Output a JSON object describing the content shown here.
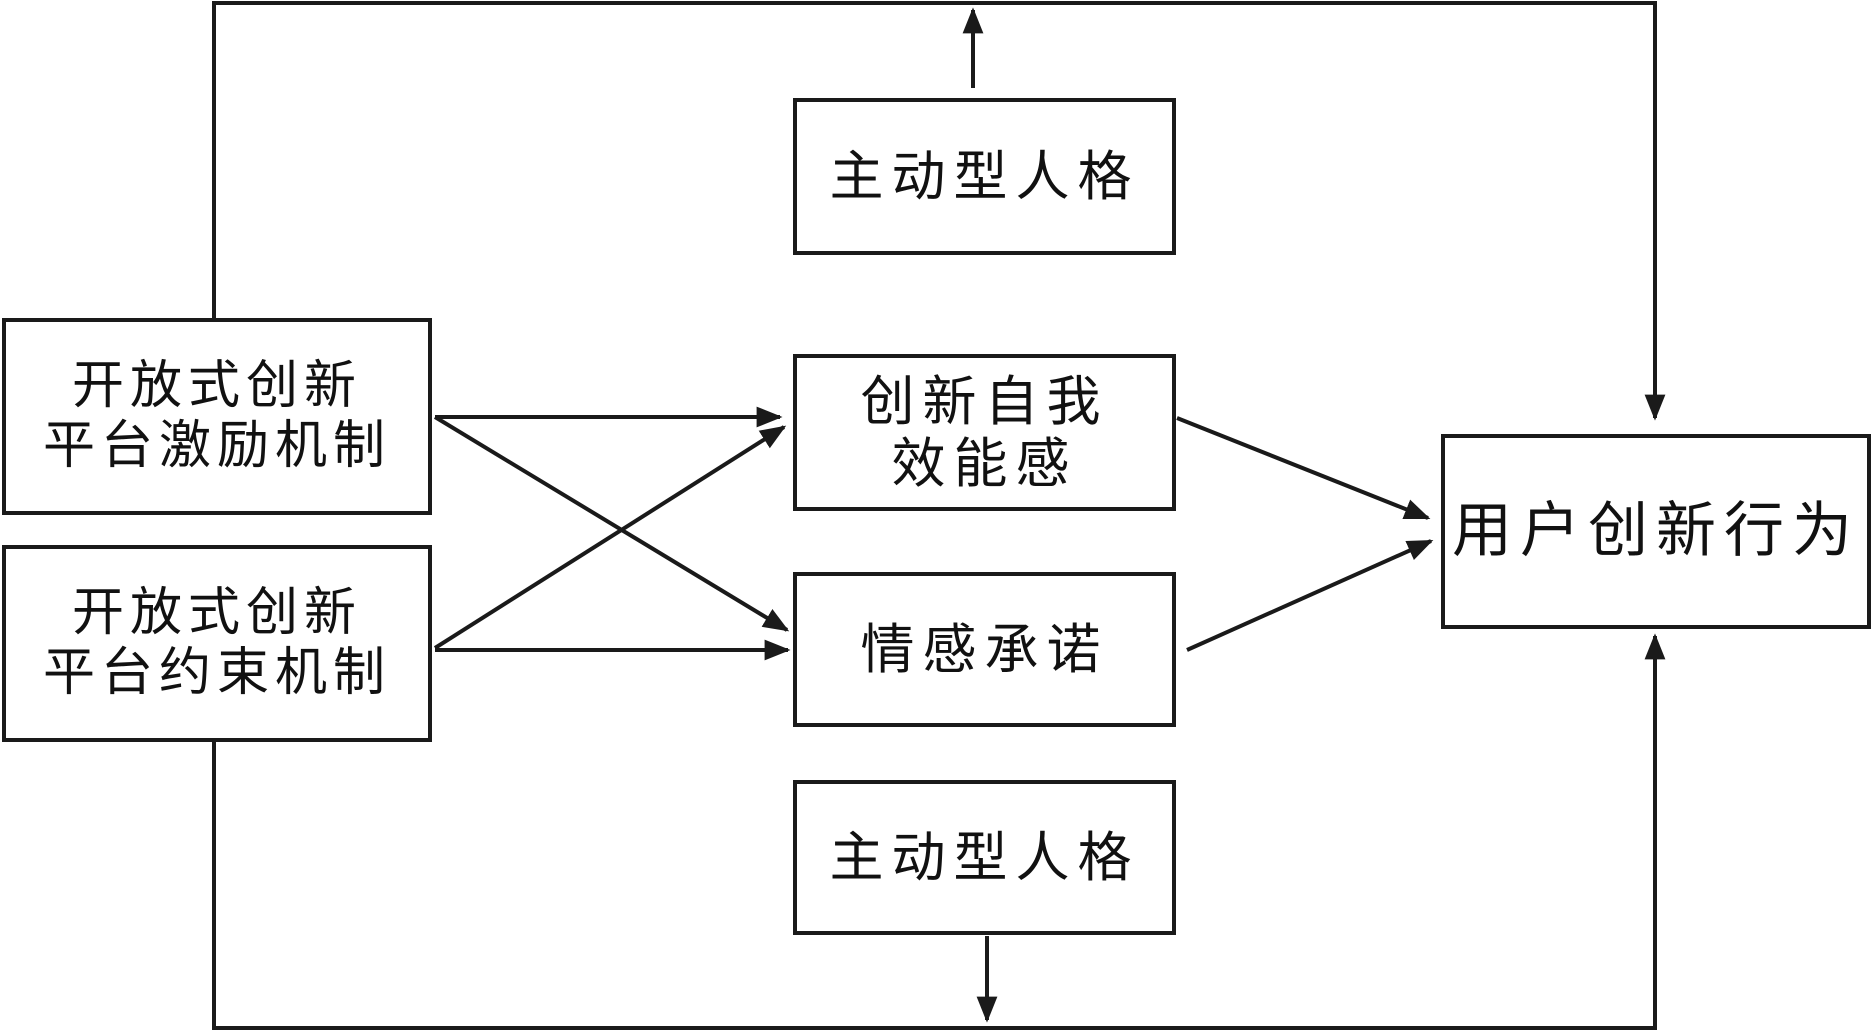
{
  "nodes": {
    "incentive": {
      "line1": "开放式创新",
      "line2": "平台激励机制"
    },
    "constraint": {
      "line1": "开放式创新",
      "line2": "平台约束机制"
    },
    "efficacy": {
      "line1": "创新自我",
      "line2": "效能感"
    },
    "commitment": {
      "label": "情感承诺"
    },
    "behavior": {
      "label": "用户创新行为"
    },
    "moderator_top": {
      "label": "主动型人格"
    },
    "moderator_bottom": {
      "label": "主动型人格"
    }
  },
  "edges": [
    {
      "from": "incentive",
      "to": "efficacy"
    },
    {
      "from": "incentive",
      "to": "commitment"
    },
    {
      "from": "constraint",
      "to": "efficacy"
    },
    {
      "from": "constraint",
      "to": "commitment"
    },
    {
      "from": "efficacy",
      "to": "behavior"
    },
    {
      "from": "commitment",
      "to": "behavior"
    },
    {
      "from": "incentive",
      "to": "behavior",
      "route": "top-loop"
    },
    {
      "from": "constraint",
      "to": "behavior",
      "route": "bottom-loop"
    },
    {
      "from": "moderator_top",
      "to": "top-loop"
    },
    {
      "from": "moderator_bottom",
      "to": "bottom-loop"
    }
  ],
  "colors": {
    "stroke": "#1a1a1a",
    "text": "#111111",
    "background": "#ffffff"
  }
}
